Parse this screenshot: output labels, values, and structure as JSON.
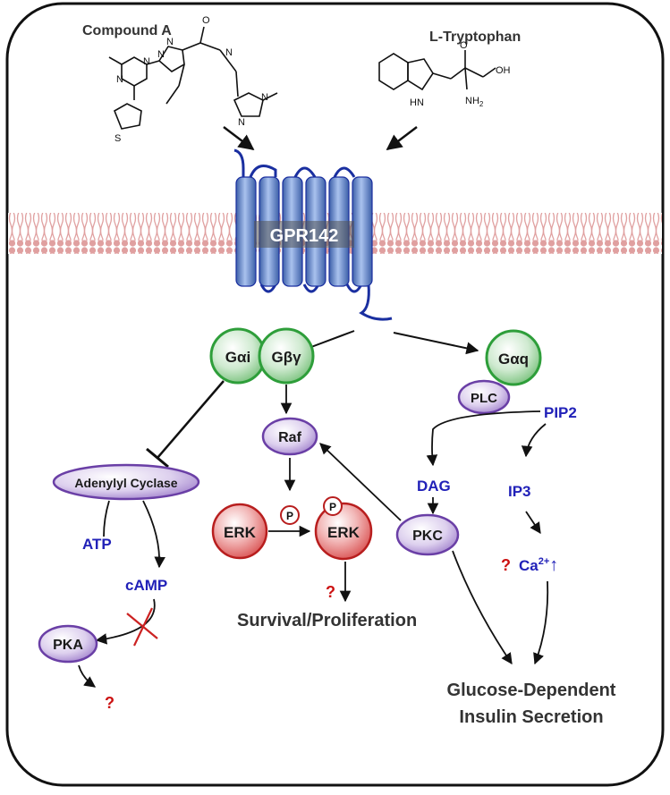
{
  "compounds": {
    "compound_a": "Compound A",
    "l_tryptophan": "L-Tryptophan",
    "trp_oh": "OH",
    "trp_o": "O",
    "trp_hn": "HN",
    "trp_nh2": "NH",
    "trp_nh2_sub": "2",
    "cmpA_n": "N",
    "cmpA_o": "O",
    "cmpA_s": "S"
  },
  "receptor": {
    "label": "GPR142"
  },
  "g_proteins": {
    "gai": "Gαi",
    "gbg": "Gβγ",
    "gaq": "Gαq"
  },
  "nodes": {
    "plc": "PLC",
    "pip2": "PIP2",
    "raf": "Raf",
    "adenylyl_cyclase": "Adenylyl Cyclase",
    "atp": "ATP",
    "camp": "cAMP",
    "pka": "PKA",
    "pka_question": "?",
    "erk": "ERK",
    "perk": "ERK",
    "phospho": "P",
    "dag": "DAG",
    "pkc": "PKC",
    "ip3": "IP3",
    "ca": "Ca",
    "ca_sup": "2+",
    "ca_up": "↑",
    "ca_question": "?",
    "erk_question": "?"
  },
  "outcomes": {
    "survival": "Survival/Proliferation",
    "insulin_line1": "Glucose-Dependent",
    "insulin_line2": "Insulin Secretion"
  },
  "colors": {
    "membrane": "#e8a3a3",
    "receptor": "#6f93d6",
    "g_protein": "#4caf50",
    "effector": "#8e5cc4",
    "erk": "#cc2222",
    "blue_text": "#2121b8",
    "red_mark": "#cc1111"
  }
}
